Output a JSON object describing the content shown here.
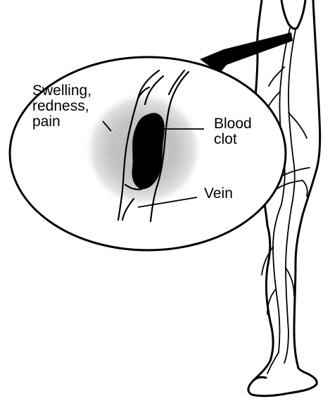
{
  "labels": {
    "swelling": [
      "Swelling,",
      "redness,",
      "pain"
    ],
    "clot": [
      "Blood",
      "clot"
    ],
    "vein": "Vein"
  }
}
